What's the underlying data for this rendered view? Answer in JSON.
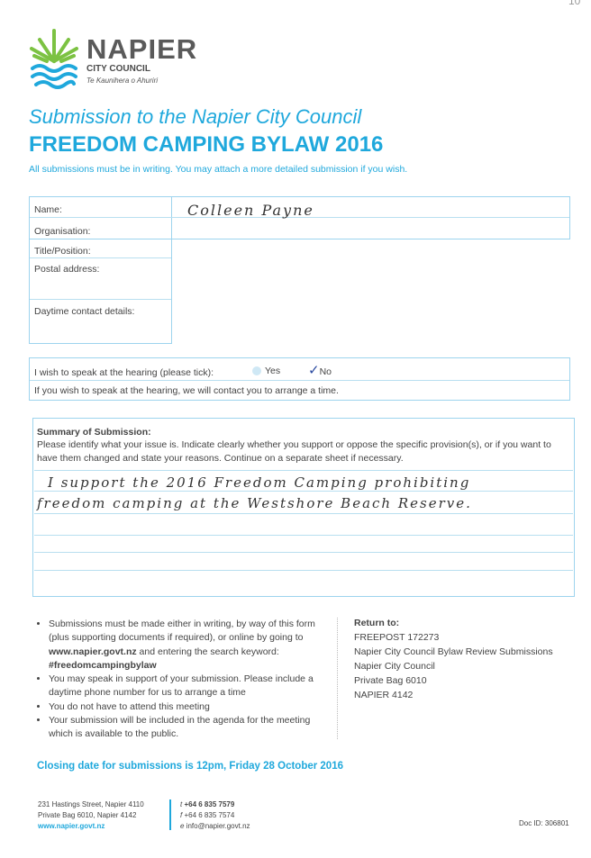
{
  "page_number": "10",
  "brand": {
    "name": "NAPIER",
    "subtitle": "CITY COUNCIL",
    "tagline": "Te Kaunihera o Ahuriri"
  },
  "heading": {
    "line1": "Submission to the Napier City Council",
    "line2": "FREEDOM CAMPING BYLAW 2016",
    "intro": "All submissions must be in writing. You may attach a more detailed submission if you wish."
  },
  "form": {
    "name_label": "Name:",
    "name_value": "Colleen Payne",
    "organisation_label": "Organisation:",
    "title_label": "Title/Position:",
    "postal_label": "Postal address:",
    "daytime_label": "Daytime contact details:"
  },
  "hearing": {
    "question": "I wish to speak at the hearing (please tick):",
    "yes": "Yes",
    "no": "No",
    "tick": "✓",
    "note": "If you wish to speak at the hearing, we will contact you to arrange a time."
  },
  "summary": {
    "title": "Summary of Submission:",
    "instructions": "Please identify what your issue is. Indicate clearly whether you support or oppose the specific provision(s), or if you want to have them changed and state your reasons. Continue on a separate sheet if necessary.",
    "handwritten_line1": "I support the 2016 Freedom Camping prohibiting",
    "handwritten_line2": "freedom camping at the Westshore Beach Reserve."
  },
  "notes": {
    "n1_a": "Submissions must be made either in writing, by way of this form (plus supporting documents if required), or online by going to ",
    "n1_url": "www.napier.govt.nz",
    "n1_b": " and entering the search keyword: ",
    "n1_kw": "#freedomcampingbylaw",
    "n2": "You may speak in support of your submission. Please include a daytime phone number for us to arrange a time",
    "n3": "You do not have to attend this meeting",
    "n4": "Your submission will be included in the agenda for the meeting which is available to the public."
  },
  "return": {
    "title": "Return to:",
    "lines": [
      "FREEPOST 172273",
      "Napier City Council Bylaw Review Submissions",
      "Napier City Council",
      "Private Bag 6010",
      "NAPIER 4142"
    ]
  },
  "closing": "Closing date for submissions is 12pm, Friday 28 October 2016",
  "footer": {
    "address1": "231 Hastings Street, Napier 4110",
    "address2": "Private Bag 6010, Napier 4142",
    "website": "www.napier.govt.nz",
    "phone_prefix": "t",
    "phone": "+64 6 835 7579",
    "fax_prefix": "f",
    "fax": "+64 6 835 7574",
    "email_prefix": "e",
    "email": "info@napier.govt.nz",
    "doc_id": "Doc ID: 306801"
  },
  "colors": {
    "accent": "#1fa8dc",
    "logo_green": "#7cc242",
    "logo_blue": "#1fa8dc"
  }
}
